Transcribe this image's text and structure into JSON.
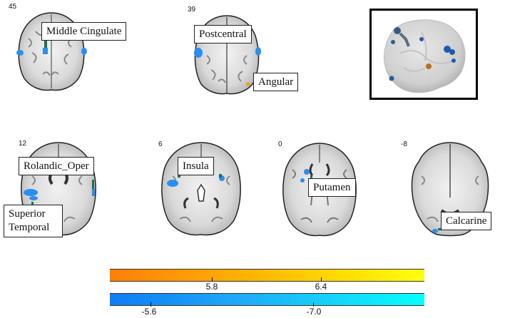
{
  "figure": {
    "slices": [
      {
        "z": "45",
        "label": "Middle Cingulate"
      },
      {
        "z": "39",
        "label": "Postcentral",
        "label2": "Angular"
      },
      {
        "z": "12",
        "label": "Rolandic_Oper",
        "label2": "Superior Temporal"
      },
      {
        "z": "6",
        "label": "Insula"
      },
      {
        "z": "0",
        "label": "Putamen"
      },
      {
        "z": "-8",
        "label": "Calcarine"
      }
    ],
    "render_3d": {
      "description": "3D glass brain render"
    },
    "superior_temporal_lines": [
      "Superior",
      "Temporal"
    ]
  },
  "colorbars": {
    "positive": {
      "ticks": [
        "5.8",
        "6.4"
      ],
      "colors": [
        "#ff7f05",
        "#ffff10"
      ]
    },
    "negative": {
      "ticks": [
        "-5.6",
        "-7.0"
      ],
      "colors": [
        "#0e7cf5",
        "#05ffff"
      ]
    }
  },
  "colors": {
    "negative_cluster": "#2a8ef0",
    "positive_cluster": "#f0a030",
    "pointer": "#1f6e58"
  }
}
